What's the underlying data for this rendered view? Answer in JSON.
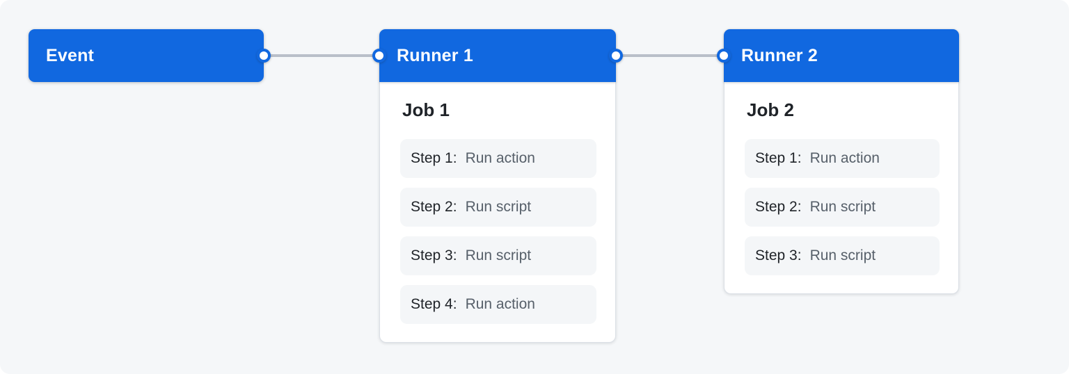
{
  "diagram": {
    "event": {
      "label": "Event"
    },
    "runners": [
      {
        "title": "Runner 1",
        "job": "Job 1",
        "steps": [
          {
            "label": "Step 1:",
            "action": "Run action"
          },
          {
            "label": "Step 2:",
            "action": "Run script"
          },
          {
            "label": "Step 3:",
            "action": "Run script"
          },
          {
            "label": "Step 4:",
            "action": "Run action"
          }
        ]
      },
      {
        "title": "Runner 2",
        "job": "Job 2",
        "steps": [
          {
            "label": "Step 1:",
            "action": "Run action"
          },
          {
            "label": "Step 2:",
            "action": "Run script"
          },
          {
            "label": "Step 3:",
            "action": "Run script"
          }
        ]
      }
    ],
    "colors": {
      "accent_blue": "#1168e0",
      "background": "#f5f7f9",
      "card_background": "#ffffff",
      "step_background": "#f4f6f8",
      "connector_line": "#b9bfc9",
      "label_text": "#1f2328",
      "action_text": "#57606a"
    }
  }
}
